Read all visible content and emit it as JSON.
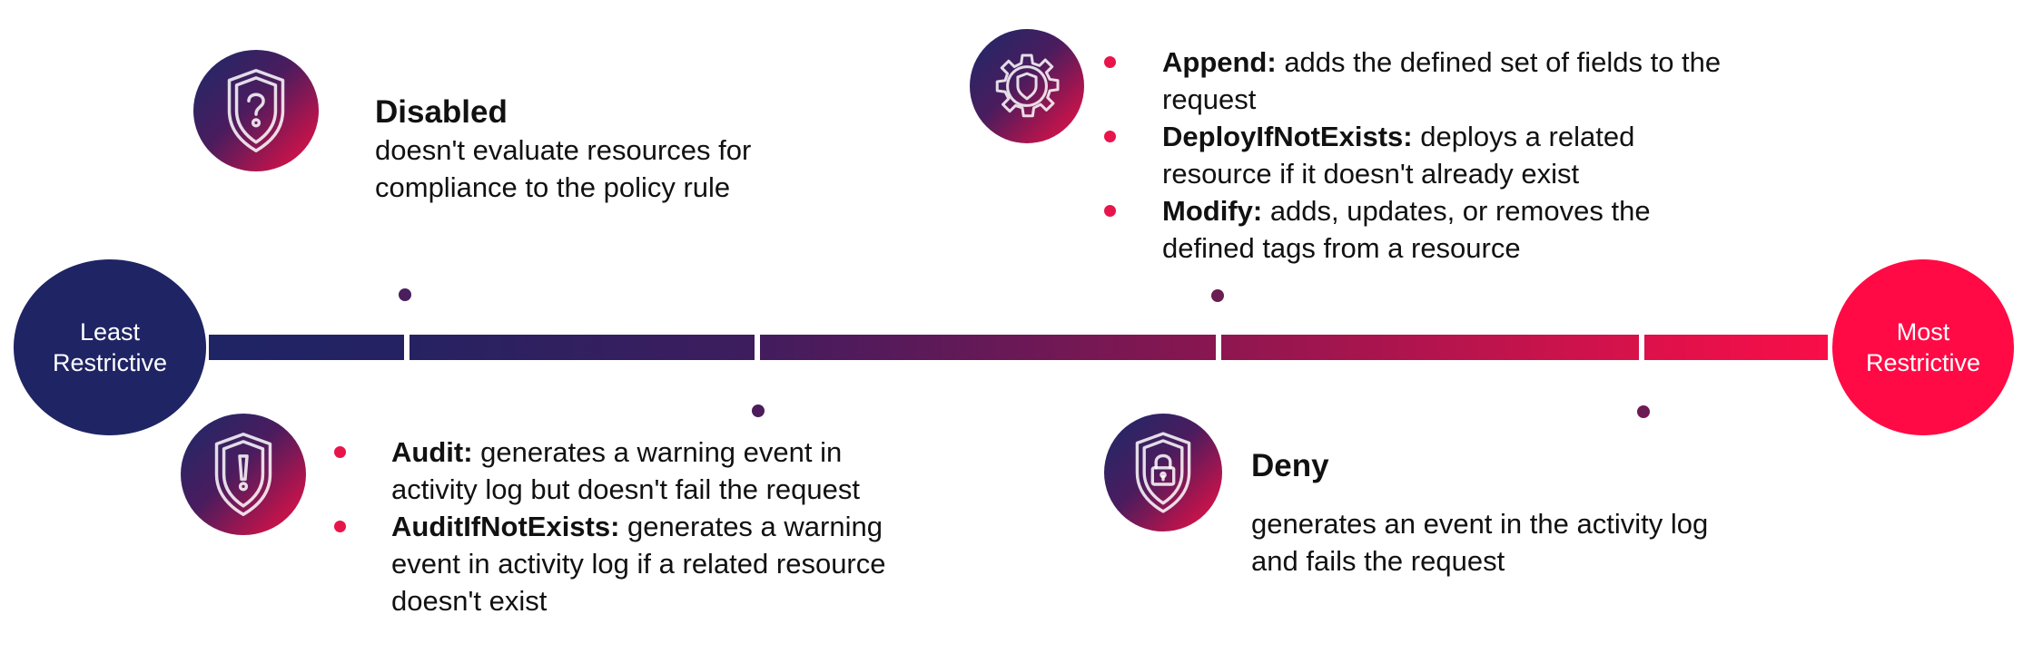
{
  "colors": {
    "start": "#1f2464",
    "end": "#ff0a45",
    "bullet": "#e8154a",
    "dot": "#6a1e52"
  },
  "scale": {
    "start_label": "Least Restrictive",
    "end_label": "Most Restrictive"
  },
  "effects": {
    "disabled": {
      "icon": "shield-question-icon",
      "title": "Disabled",
      "description": "doesn't evaluate resources for compliance to the policy rule"
    },
    "audit": {
      "icon": "shield-exclamation-icon",
      "items": [
        {
          "name": "Audit:",
          "text": " generates a warning event in activity log but doesn't fail the request"
        },
        {
          "name": "AuditIfNotExists:",
          "text": " generates a warning event in activity log if a related resource doesn't exist"
        }
      ]
    },
    "append": {
      "icon": "gear-shield-icon",
      "items": [
        {
          "name": "Append:",
          "text": " adds the defined set of fields to the request"
        },
        {
          "name": "DeployIfNotExists:",
          "text": " deploys a related resource if it doesn't already exist"
        },
        {
          "name": "Modify:",
          "text": " adds, updates, or removes the defined tags from a resource"
        }
      ]
    },
    "deny": {
      "icon": "shield-lock-icon",
      "title": "Deny",
      "description": "generates an event in the activity log and fails the request"
    }
  }
}
